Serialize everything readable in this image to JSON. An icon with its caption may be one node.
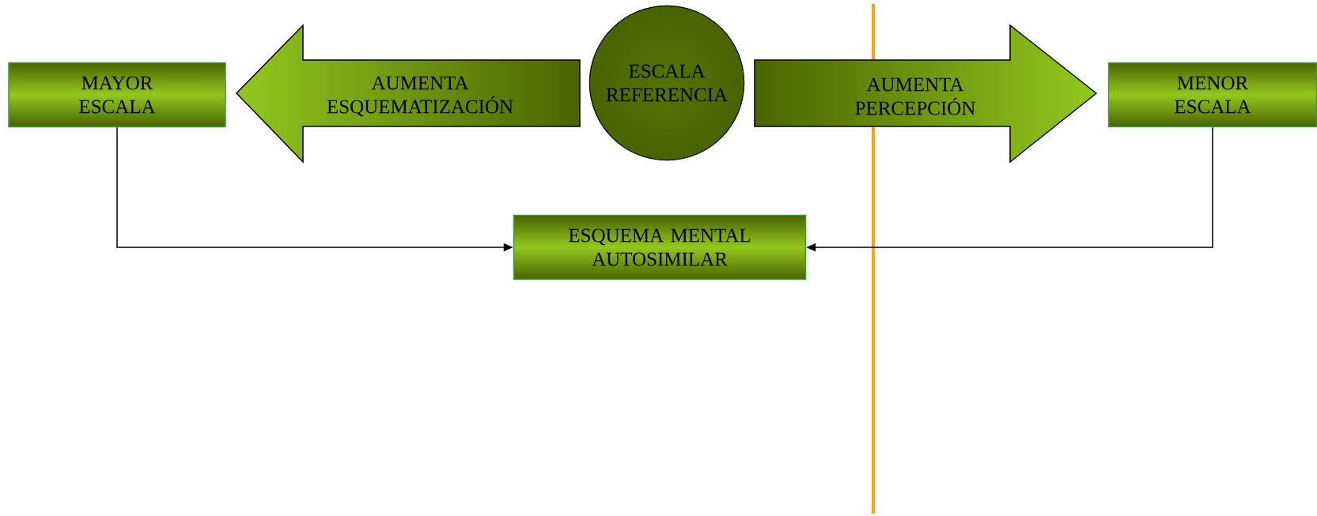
{
  "diagram": {
    "nodes": [
      {
        "text": [
          "MAYOR ESCALA"
        ]
      },
      {
        "text": [
          "AUMENTA ESQUEMATIZACIÓN"
        ]
      },
      {
        "text": [
          "ESCALA REFERENCIA"
        ]
      },
      {
        "text": [
          "AUMENTA PERCEPCIÓN"
        ]
      },
      {
        "text": [
          "MENOR ESCALA"
        ]
      },
      {
        "text": [
          "ESQUEMA MENTAL AUTOSIMILAR"
        ]
      }
    ],
    "edges": [
      {
        "from": 0,
        "to": 5,
        "arrow": "to"
      },
      {
        "from": 4,
        "to": 5,
        "arrow": "to"
      }
    ]
  }
}
